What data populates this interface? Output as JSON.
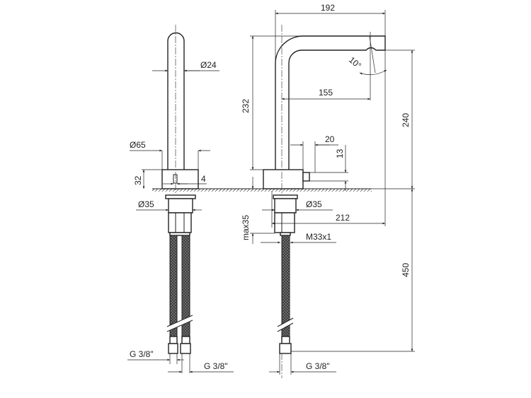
{
  "drawing": {
    "side_view": {
      "dim_rod_diameter": "Ø24",
      "dim_base_diameter": "Ø65",
      "dim_base_height": "32",
      "dim_aerator": "4",
      "dim_shank_diameter": "Ø35",
      "dim_hose_left": "G 3/8\"",
      "dim_hose_right": "G 3/8\""
    },
    "front_view": {
      "dim_total_reach": "192",
      "dim_spout_reach": "155",
      "dim_angle": "10°",
      "dim_spout_height": "232",
      "dim_outlet_height": "240",
      "dim_lever_length": "20",
      "dim_lever_height": "13",
      "dim_shank_diameter": "Ø35",
      "dim_overall_reach": "212",
      "dim_max_counter": "max35",
      "dim_thread": "M33x1",
      "dim_hose_length": "450",
      "dim_hose_thread": "G 3/8\""
    }
  }
}
